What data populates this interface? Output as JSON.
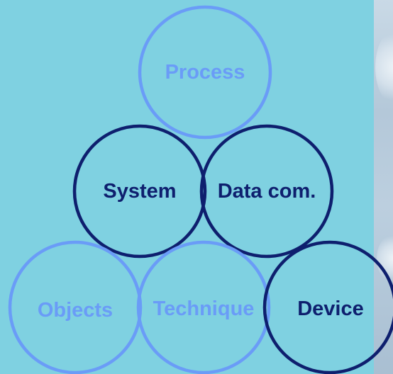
{
  "circles": [
    {
      "label": "Process",
      "tone": "light"
    },
    {
      "label": "System",
      "tone": "dark"
    },
    {
      "label": "Data com.",
      "tone": "dark"
    },
    {
      "label": "Objects",
      "tone": "light"
    },
    {
      "label": "Technique",
      "tone": "light"
    },
    {
      "label": "Device",
      "tone": "dark"
    }
  ],
  "colors": {
    "background": "#7fd1e1",
    "light_circle": "#6a9cf7",
    "dark_circle": "#0e1f6e",
    "light_text": "#6a9cf7",
    "dark_text": "#0e1f6e"
  }
}
